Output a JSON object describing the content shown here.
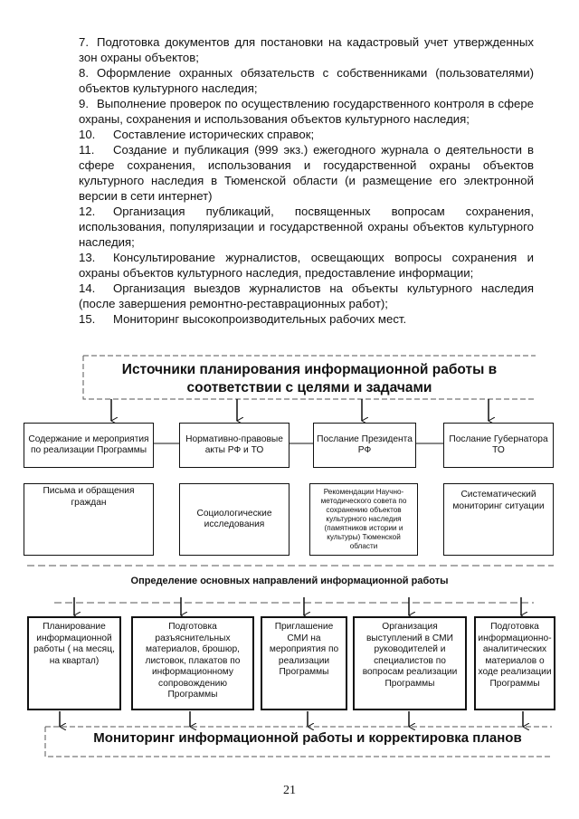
{
  "list_items": [
    {
      "num": "7.",
      "text": "Подготовка документов для постановки на кадастровый учет утвержденных зон охраны объектов;"
    },
    {
      "num": "8.",
      "text": "Оформление охранных обязательств с собственниками (пользователями) объектов культурного наследия;"
    },
    {
      "num": "9.",
      "text": "Выполнение проверок по осуществлению государственного контроля в сфере охраны, сохранения и использования объектов культурного наследия;"
    },
    {
      "num": "10.",
      "text": "Составление исторических справок;"
    },
    {
      "num": "11.",
      "text": "Создание и публикация (999 экз.) ежегодного журнала о деятельности в сфере сохранения, использования и государственной охраны объектов культурного наследия в Тюменской области (и размещение его электронной версии в сети интернет)"
    },
    {
      "num": "12.",
      "text": "Организация публикаций, посвященных вопросам сохранения, использования, популяризации и государственной охраны объектов культурного наследия;"
    },
    {
      "num": "13.",
      "text": "Консультирование журналистов, освещающих вопросы сохранения и охраны объектов культурного наследия, предоставление информации;"
    },
    {
      "num": "14.",
      "text": "Организация выездов журналистов на объекты культурного наследия (после завершения ремонтно-реставрационных работ);"
    },
    {
      "num": "15.",
      "text": "Мониторинг высокопроизводительных рабочих мест."
    }
  ],
  "diagram": {
    "title": "Источники планирования информационной работы в соответствии с целями и задачами",
    "sources_row1": [
      "Содержание и мероприятия по реализации Программы",
      "Нормативно-правовые акты РФ и ТО",
      "Послание Президента РФ",
      "Послание Губернатора ТО"
    ],
    "sources_row2": [
      "Письма и обращения граждан",
      "Социологические исследования",
      "Рекомендации Научно-методического совета по сохранению объектов культурного наследия (памятников истории и культуры) Тюменской области",
      "Систематический мониторинг ситуации"
    ],
    "directions_title": "Определение основных направлений информационной работы",
    "directions": [
      "Планирование информационной работы ( на месяц, на квартал)",
      "Подготовка разъяснительных материалов, брошюр, листовок, плакатов по информационному сопровождению Программы",
      "Приглашение СМИ на мероприятия по реализации Программы",
      "Организация выступлений в СМИ руководителей и специалистов по вопросам реализации Программы",
      "Подготовка информационно-аналитических материалов о ходе реализации Программы"
    ],
    "bottom_title": "Мониторинг информационной работы и корректировка планов"
  },
  "page_number": "21"
}
